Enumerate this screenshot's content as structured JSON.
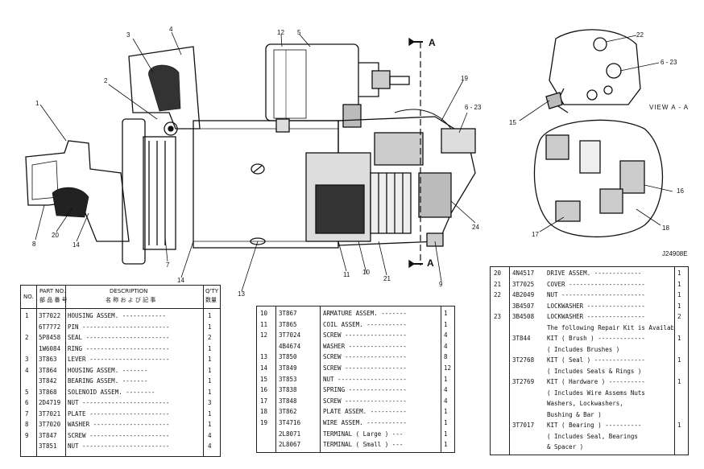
{
  "diagram": {
    "view_label": "VIEW A - A",
    "section_marks": [
      "A",
      "A"
    ],
    "drawing_id": "J24908E",
    "callouts": {
      "c1": "1",
      "c2": "2",
      "c3": "3",
      "c4": "4",
      "c5": "5",
      "c6_23": "6 - 23",
      "c6_23b": "6 - 23",
      "c7": "7",
      "c8": "8",
      "c9": "9",
      "c10": "10",
      "c11": "11",
      "c12": "12",
      "c13": "13",
      "c14a": "14",
      "c14b": "14",
      "c15": "15",
      "c16": "16",
      "c17": "17",
      "c18": "18",
      "c19": "19",
      "c20": "20",
      "c21": "21",
      "c22": "22",
      "c24": "24"
    }
  },
  "table_left": {
    "headers": {
      "no": "NO.",
      "part_no": "PART NO.",
      "part_no_jp": "部 品 番 号",
      "description": "DESCRIPTION",
      "description_jp": "名 称 お よ び 記 事",
      "qty": "Q'TY",
      "qty_jp": "数量"
    },
    "rows": [
      {
        "no": "1",
        "part": "3T7022",
        "desc": "HOUSING ASSEM. ------------",
        "qty": "1"
      },
      {
        "no": "",
        "part": "6T7772",
        "desc": "PIN ------------------------",
        "qty": "1"
      },
      {
        "no": "2",
        "part": "5P8458",
        "desc": "SEAL -----------------------",
        "qty": "2"
      },
      {
        "no": "",
        "part": "1W6084",
        "desc": "RING -----------------------",
        "qty": "1"
      },
      {
        "no": "3",
        "part": "3T863",
        "desc": "LEVER ----------------------",
        "qty": "1"
      },
      {
        "no": "4",
        "part": "3T864",
        "desc": "HOUSING ASSEM. -------",
        "qty": "1"
      },
      {
        "no": "",
        "part": "3T842",
        "desc": "  BEARING ASSEM. -------",
        "qty": "1"
      },
      {
        "no": "5",
        "part": "3T868",
        "desc": "SOLENOID ASSEM. --------",
        "qty": "1"
      },
      {
        "no": "6",
        "part": "2D4719",
        "desc": "NUT ------------------------",
        "qty": "3"
      },
      {
        "no": "7",
        "part": "3T7021",
        "desc": "PLATE ----------------------",
        "qty": "1"
      },
      {
        "no": "8",
        "part": "3T7020",
        "desc": "WASHER ---------------------",
        "qty": "1"
      },
      {
        "no": "9",
        "part": "3T847",
        "desc": "SCREW ----------------------",
        "qty": "4"
      },
      {
        "no": "",
        "part": "3T851",
        "desc": "NUT ------------------------",
        "qty": "4"
      }
    ]
  },
  "table_mid": {
    "rows": [
      {
        "no": "10",
        "part": "3T867",
        "desc": "ARMATURE ASSEM. -------",
        "qty": "1"
      },
      {
        "no": "11",
        "part": "3T865",
        "desc": "COIL ASSEM. -----------",
        "qty": "1"
      },
      {
        "no": "12",
        "part": "3T7024",
        "desc": "SCREW -----------------",
        "qty": "4"
      },
      {
        "no": "",
        "part": "4B4674",
        "desc": "WASHER ----------------",
        "qty": "4"
      },
      {
        "no": "13",
        "part": "3T850",
        "desc": "SCREW -----------------",
        "qty": "8"
      },
      {
        "no": "14",
        "part": "3T849",
        "desc": "SCREW -----------------",
        "qty": "12"
      },
      {
        "no": "15",
        "part": "3T853",
        "desc": "NUT -------------------",
        "qty": "1"
      },
      {
        "no": "16",
        "part": "3T838",
        "desc": "SPRING ----------------",
        "qty": "4"
      },
      {
        "no": "17",
        "part": "3T848",
        "desc": "SCREW -----------------",
        "qty": "4"
      },
      {
        "no": "18",
        "part": "3T862",
        "desc": "PLATE ASSEM. ----------",
        "qty": "1"
      },
      {
        "no": "19",
        "part": "3T4716",
        "desc": "WIRE ASSEM. -----------",
        "qty": "1"
      },
      {
        "no": "",
        "part": "2L8071",
        "desc": "  TERMINAL ( Large ) ---",
        "qty": "1"
      },
      {
        "no": "",
        "part": "2L8067",
        "desc": "  TERMINAL ( Small ) ---",
        "qty": "1"
      }
    ]
  },
  "table_right": {
    "rows": [
      {
        "no": "20",
        "part": "4N4517",
        "desc": "DRIVE ASSEM. -------------",
        "qty": "1"
      },
      {
        "no": "21",
        "part": "3T7025",
        "desc": "COVER ---------------------",
        "qty": "1"
      },
      {
        "no": "22",
        "part": "4B2049",
        "desc": "NUT -----------------------",
        "qty": "1"
      },
      {
        "no": "",
        "part": "3B4507",
        "desc": "LOCKWASHER ----------------",
        "qty": "1"
      },
      {
        "no": "23",
        "part": "3B4508",
        "desc": "LOCKWASHER ----------------",
        "qty": "2"
      },
      {
        "no": "",
        "part": "",
        "desc": "The following Repair Kit is Available",
        "qty": ""
      },
      {
        "no": "",
        "part": "3T844",
        "desc": "KIT ( Brush ) -------------",
        "qty": "1"
      },
      {
        "no": "",
        "part": "",
        "desc": "   ( Includes Brushes )",
        "qty": ""
      },
      {
        "no": "",
        "part": "3T2768",
        "desc": "KIT ( Seal ) --------------",
        "qty": "1"
      },
      {
        "no": "",
        "part": "",
        "desc": "   ( Includes Seals & Rings )",
        "qty": ""
      },
      {
        "no": "",
        "part": "3T2769",
        "desc": "KIT ( Hardware ) ----------",
        "qty": "1"
      },
      {
        "no": "",
        "part": "",
        "desc": "  ( Includes Wire Assems Nuts",
        "qty": ""
      },
      {
        "no": "",
        "part": "",
        "desc": "   Washers, Lockwashers,",
        "qty": ""
      },
      {
        "no": "",
        "part": "",
        "desc": "   Bushing & Bar )",
        "qty": ""
      },
      {
        "no": "",
        "part": "3T7017",
        "desc": "KIT ( Bearing ) ----------",
        "qty": "1"
      },
      {
        "no": "",
        "part": "",
        "desc": "   ( Includes Seal, Bearings",
        "qty": ""
      },
      {
        "no": "",
        "part": "",
        "desc": "   & Spacer )",
        "qty": ""
      }
    ]
  }
}
